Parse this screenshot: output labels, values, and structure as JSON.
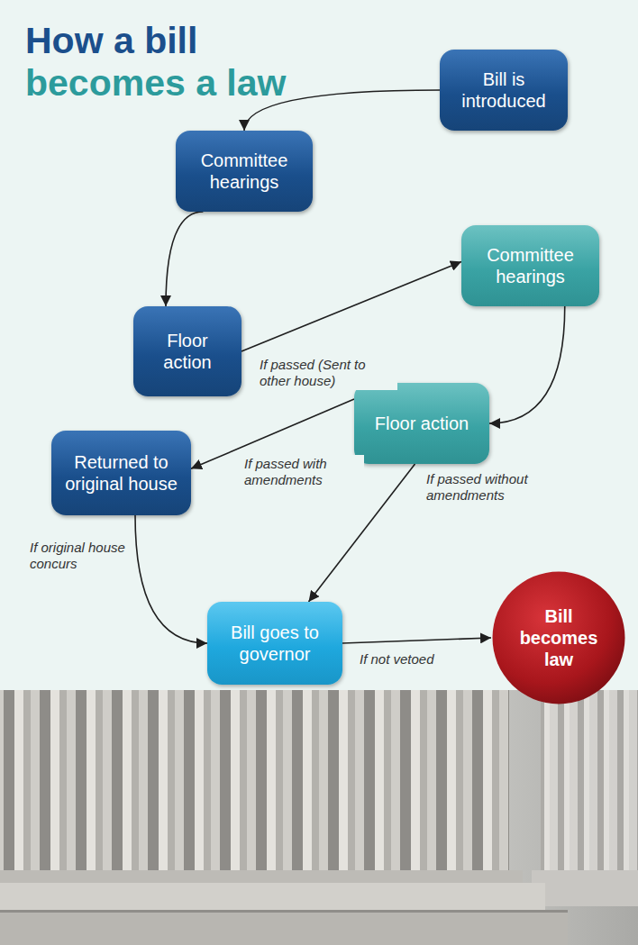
{
  "diagram": {
    "title": "How a bill becomes a law",
    "nodes": [
      {
        "text": [
          "Bill is introduced"
        ]
      },
      {
        "text": [
          "Committee hearings"
        ]
      },
      {
        "text": [
          "Floor action"
        ]
      },
      {
        "text": [
          "Committee hearings"
        ]
      },
      {
        "text": [
          "Floor action"
        ]
      },
      {
        "text": [
          "Returned to original house"
        ]
      },
      {
        "text": [
          "Bill goes to governor"
        ]
      },
      {
        "text": [
          "Bill becomes law"
        ]
      }
    ],
    "edges": [
      {
        "from": 0,
        "to": 1,
        "arrow": "to"
      },
      {
        "from": 1,
        "to": 2,
        "arrow": "to"
      },
      {
        "from": 2,
        "to": 3,
        "label": "If passed (Sent to other house)",
        "arrow": "to"
      },
      {
        "from": 3,
        "to": 4,
        "arrow": "to"
      },
      {
        "from": 4,
        "to": 5,
        "label": "If passed with amendments",
        "arrow": "to"
      },
      {
        "from": 4,
        "to": 6,
        "label": "If passed without amendments",
        "arrow": "to"
      },
      {
        "from": 5,
        "to": 6,
        "label": "If original house concurs",
        "arrow": "to"
      },
      {
        "from": 6,
        "to": 7,
        "label": "If not vetoed",
        "arrow": "to"
      }
    ]
  }
}
